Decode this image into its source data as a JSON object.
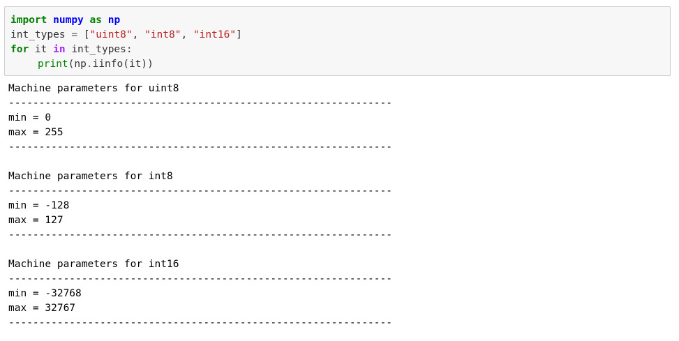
{
  "input_cell": {
    "lines": [
      {
        "tokens": [
          {
            "t": "import",
            "c": "kw"
          },
          {
            "t": " ",
            "c": ""
          },
          {
            "t": "numpy",
            "c": "mod"
          },
          {
            "t": " ",
            "c": ""
          },
          {
            "t": "as",
            "c": "kw"
          },
          {
            "t": " ",
            "c": ""
          },
          {
            "t": "np",
            "c": "mod"
          }
        ]
      },
      {
        "tokens": [
          {
            "t": "int_types",
            "c": ""
          },
          {
            "t": " ",
            "c": ""
          },
          {
            "t": "=",
            "c": "op"
          },
          {
            "t": " [",
            "c": ""
          },
          {
            "t": "\"uint8\"",
            "c": "str"
          },
          {
            "t": ", ",
            "c": ""
          },
          {
            "t": "\"int8\"",
            "c": "str"
          },
          {
            "t": ", ",
            "c": ""
          },
          {
            "t": "\"int16\"",
            "c": "str"
          },
          {
            "t": "]",
            "c": ""
          }
        ]
      },
      {
        "tokens": [
          {
            "t": "for",
            "c": "kw"
          },
          {
            "t": " it ",
            "c": ""
          },
          {
            "t": "in",
            "c": "ow"
          },
          {
            "t": " int_types:",
            "c": ""
          }
        ]
      },
      {
        "indent": true,
        "tokens": [
          {
            "t": "print",
            "c": "bi"
          },
          {
            "t": "(np",
            "c": ""
          },
          {
            "t": ".",
            "c": "op"
          },
          {
            "t": "iinfo(it))",
            "c": ""
          }
        ]
      }
    ]
  },
  "output": {
    "lines": [
      "Machine parameters for uint8",
      "---------------------------------------------------------------",
      "min = 0",
      "max = 255",
      "---------------------------------------------------------------",
      "",
      "Machine parameters for int8",
      "---------------------------------------------------------------",
      "min = -128",
      "max = 127",
      "---------------------------------------------------------------",
      "",
      "Machine parameters for int16",
      "---------------------------------------------------------------",
      "min = -32768",
      "max = 32767",
      "---------------------------------------------------------------"
    ]
  }
}
